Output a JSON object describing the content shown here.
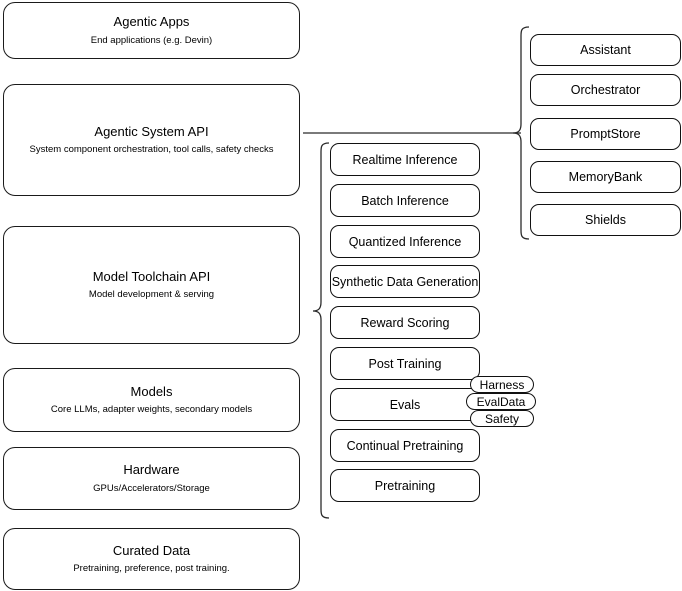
{
  "diagram": {
    "title": "AI Stack Layers Diagram",
    "background_color": "#ffffff",
    "stroke_color": "#1a1a1a",
    "text_color": "#000000"
  },
  "stack": [
    {
      "title": "Agentic Apps",
      "subtitle": "End applications (e.g. Devin)"
    },
    {
      "title": "Agentic System API",
      "subtitle": "System component orchestration, tool calls, safety checks"
    },
    {
      "title": "Model Toolchain API",
      "subtitle": "Model development & serving"
    },
    {
      "title": "Models",
      "subtitle": "Core LLMs, adapter weights, secondary models"
    },
    {
      "title": "Hardware",
      "subtitle": "GPUs/Accelerators/Storage"
    },
    {
      "title": "Curated Data",
      "subtitle": "Pretraining, preference, post training."
    }
  ],
  "toolchain_items": [
    {
      "label": "Realtime Inference"
    },
    {
      "label": "Batch Inference"
    },
    {
      "label": "Quantized Inference"
    },
    {
      "label": "Synthetic Data Generation"
    },
    {
      "label": "Reward Scoring"
    },
    {
      "label": "Post Training"
    },
    {
      "label": "Evals"
    },
    {
      "label": "Continual Pretraining"
    },
    {
      "label": "Pretraining"
    }
  ],
  "agentic_items": [
    {
      "label": "Assistant"
    },
    {
      "label": "Orchestrator"
    },
    {
      "label": "PromptStore"
    },
    {
      "label": "MemoryBank"
    },
    {
      "label": "Shields"
    }
  ],
  "eval_pills": [
    {
      "label": "Harness"
    },
    {
      "label": "EvalData"
    },
    {
      "label": "Safety"
    }
  ]
}
